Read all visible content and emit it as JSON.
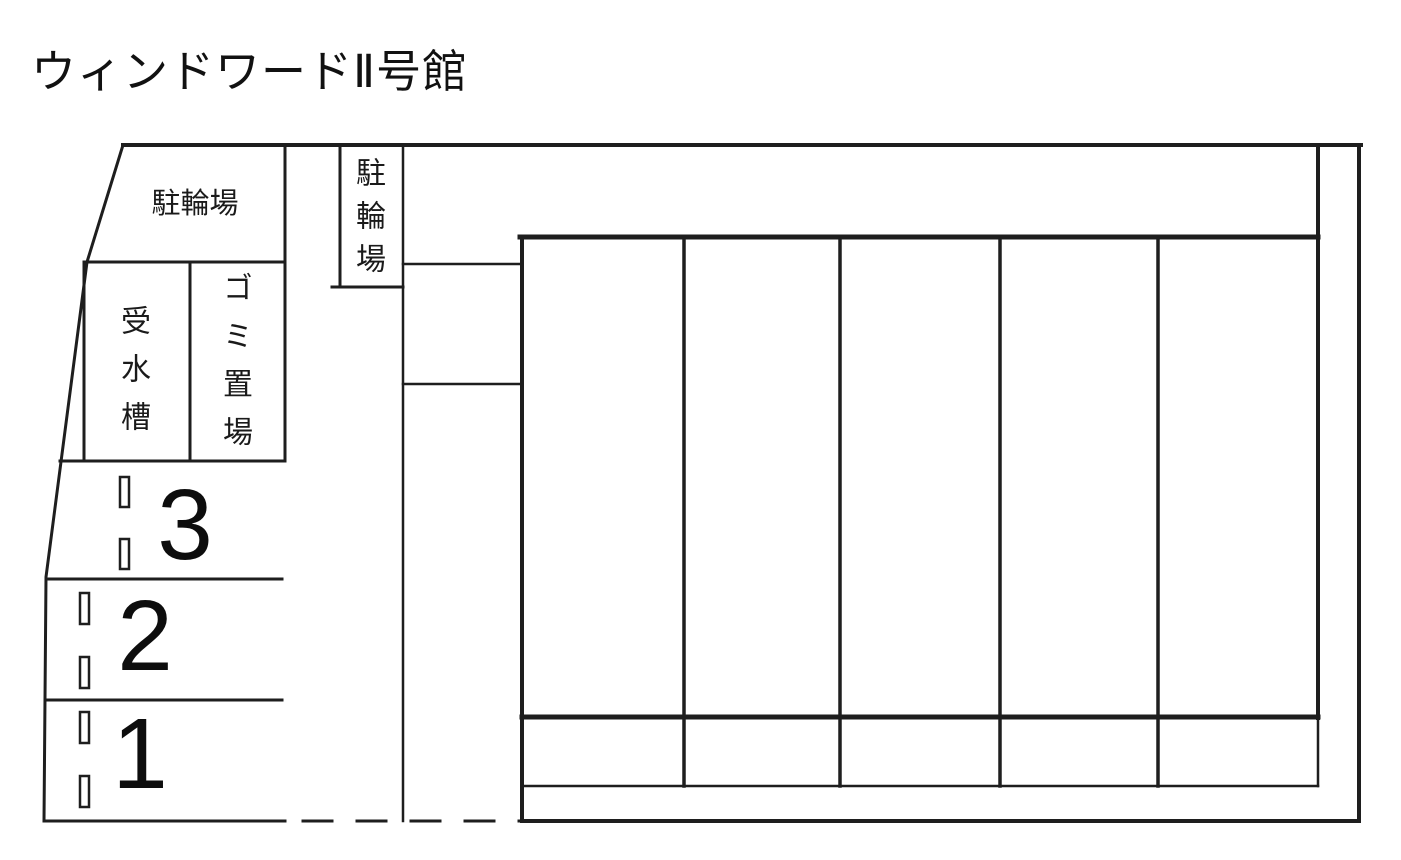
{
  "title": "ウィンドワードⅡ号館",
  "labels": {
    "bicycle_parking_top": "駐輪場",
    "water_tank": "受水槽",
    "garbage_storage": "ゴミ置場",
    "bicycle_parking_side": "駐輪場"
  },
  "parking_spaces": [
    {
      "number": "3"
    },
    {
      "number": "2"
    },
    {
      "number": "1"
    }
  ],
  "building": {
    "unit_count": 5
  },
  "colors": {
    "line": "#1e1e1e",
    "background": "#ffffff",
    "text": "#111111"
  }
}
